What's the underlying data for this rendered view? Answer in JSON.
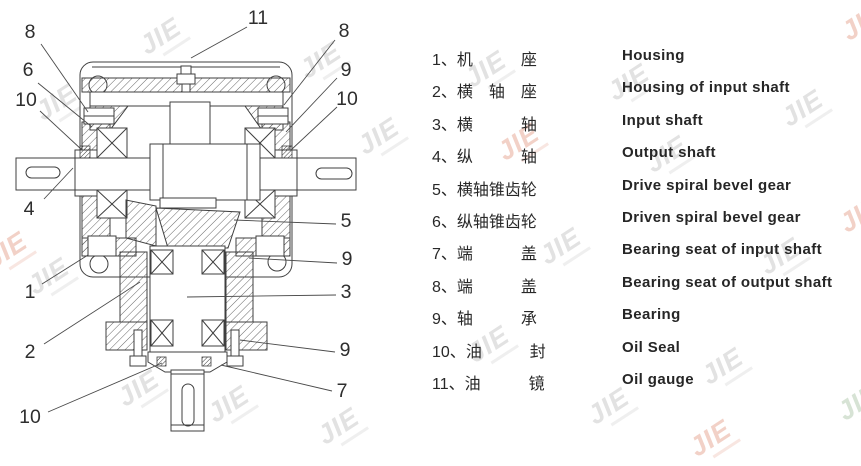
{
  "watermark": {
    "text": "JIE"
  },
  "colors": {
    "background": "#ffffff",
    "line_art": "#3f3f3f",
    "text": "#282828",
    "watermark_gray": "#b2b2b2",
    "watermark_warm": "#e6a490",
    "watermark_green": "#acc4a8"
  },
  "drawing": {
    "description": "Cross-section of spiral bevel gearbox with numbered callouts",
    "callouts": [
      "8",
      "6",
      "10",
      "4",
      "1",
      "2",
      "10",
      "11",
      "8",
      "9",
      "10",
      "5",
      "9",
      "3",
      "9",
      "7"
    ]
  },
  "parts": [
    {
      "num": "1、",
      "cn": "机座",
      "en": "Housing"
    },
    {
      "num": "2、",
      "cn": "横轴座",
      "en": "Housing of input shaft"
    },
    {
      "num": "3、",
      "cn": "横轴",
      "en": "Input shaft"
    },
    {
      "num": "4、",
      "cn": "纵轴",
      "en": "Output shaft"
    },
    {
      "num": "5、",
      "cn": "横轴锥齿轮",
      "en": "Drive spiral bevel gear"
    },
    {
      "num": "6、",
      "cn": "纵轴锥齿轮",
      "en": "Driven spiral bevel gear"
    },
    {
      "num": "7、",
      "cn": "端盖",
      "en": "Bearing seat of input shaft"
    },
    {
      "num": "8、",
      "cn": "端盖",
      "en": "Bearing seat of output shaft"
    },
    {
      "num": "9、",
      "cn": "轴承",
      "en": "Bearing"
    },
    {
      "num": "10、",
      "cn": "油封",
      "en": "Oil Seal"
    },
    {
      "num": "11、",
      "cn": "油镜",
      "en": "Oil gauge"
    }
  ]
}
